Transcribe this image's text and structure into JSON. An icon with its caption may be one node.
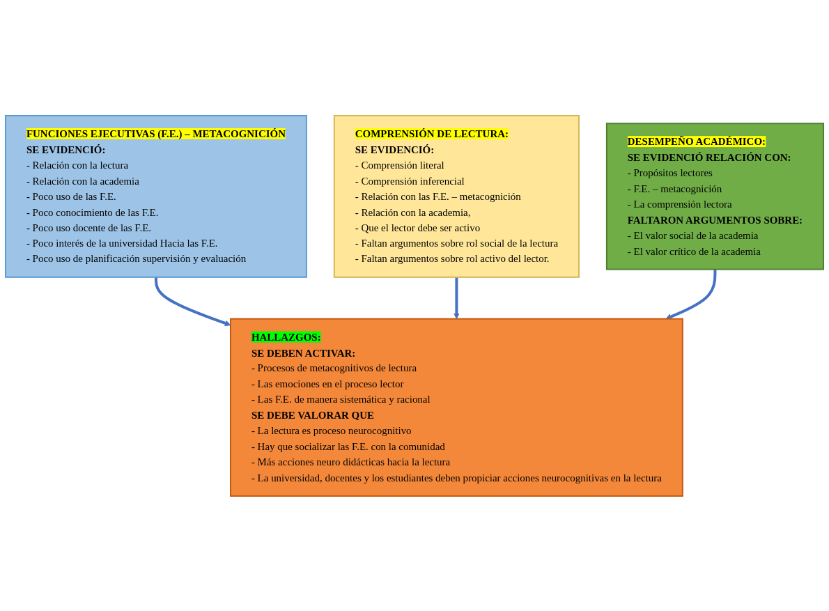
{
  "diagram": {
    "nodes": [
      {
        "text": [
          "FUNCIONES EJECUTIVAS (F.E.) – METACOGNICIÓN",
          "SE EVIDENCIÓ:",
          "- Relación con la lectura",
          "- Relación con la academia",
          "- Poco uso de las F.E.",
          "- Poco conocimiento de las F.E.",
          "- Poco uso docente de las F.E.",
          "- Poco interés de la universidad Hacia las F.E.",
          "- Poco uso de planificación supervisión y evaluación"
        ]
      },
      {
        "text": [
          "HALLAZGOS:",
          "SE DEBEN ACTIVAR:",
          "- Procesos de metacognitivos de lectura",
          "- Las emociones en el proceso lector",
          "- Las F.E. de manera sistemática y racional",
          "SE DEBE VALORAR QUE",
          "- La lectura es proceso neurocognitivo",
          "- Hay que socializar las F.E. con la comunidad",
          "- Más acciones neuro didácticas hacia la lectura",
          "- La universidad, docentes y los estudiantes deben propiciar acciones neurocognitivas en la lectura"
        ]
      },
      {
        "text": [
          "COMPRENSIÓN DE LECTURA:",
          "SE EVIDENCIÓ:",
          "- Comprensión literal",
          "- Comprensión inferencial",
          "- Relación con las F.E. – metacognición",
          "- Relación con la academia,",
          "- Que el lector debe ser activo",
          "- Faltan argumentos sobre rol social de la lectura",
          "- Faltan argumentos sobre rol activo del lector."
        ]
      },
      {
        "text": [
          "DESEMPEÑO ACADÉMICO:",
          "SE EVIDENCIÓ RELACIÓN CON:",
          "- Propósitos lectores",
          "- F.E. – metacognición",
          "- La comprensión lectora",
          "FALTARON ARGUMENTOS SOBRE:",
          "- El valor social de la academia",
          "- El valor crítico de la academia"
        ]
      }
    ],
    "edges": [
      {
        "from": 0,
        "to": 1,
        "arrow": "to"
      },
      {
        "from": 2,
        "to": 1,
        "arrow": "to"
      },
      {
        "from": 3,
        "to": 1,
        "arrow": "to"
      }
    ]
  }
}
